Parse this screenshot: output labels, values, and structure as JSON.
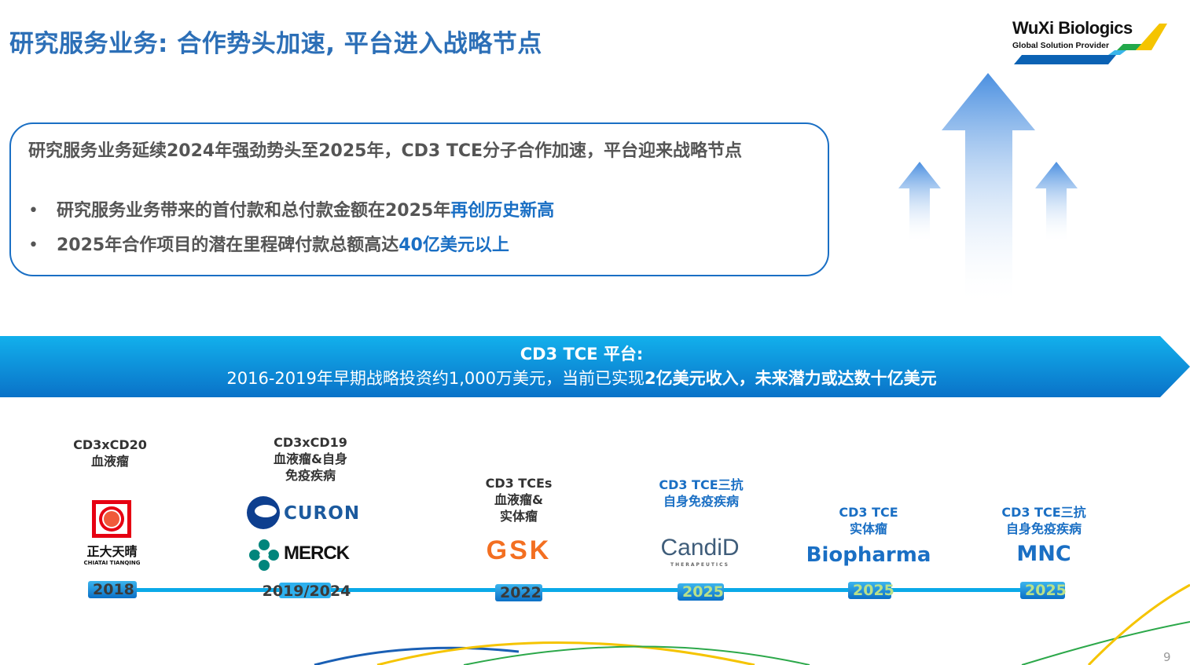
{
  "title": "研究服务业务: 合作势头加速, 平台进入战略节点",
  "logo": {
    "name": "WuXi Biologics",
    "tagline": "Global Solution Provider"
  },
  "summary": {
    "lead": "研究服务业务延续2024年强劲势头至2025年，CD3 TCE分子合作加速，平台迎来战略节点",
    "bullets": [
      {
        "marker": "•",
        "text": "研究服务业务带来的首付款和总付款金额在2025年",
        "highlight": "再创历史新高"
      },
      {
        "marker": "•",
        "text": "2025年合作项目的潜在里程碑付款总额高达",
        "highlight": "40亿美元以上"
      }
    ]
  },
  "banner": {
    "title": "CD3 TCE 平台:",
    "text": "2016-2019年早期战略投资约1,000万美元，当前已实现",
    "bold": "2亿美元收入，未来潜力或达数十亿美元"
  },
  "timeline": [
    {
      "label1": "CD3xCD20",
      "label2": "血液瘤",
      "label3": "",
      "partner": "正大天晴",
      "partner_sub": "CHIATAI TIANQING",
      "year": "2018"
    },
    {
      "label1": "CD3xCD19",
      "label2": "血液瘤&自身",
      "label3": "免疫疾病",
      "partner": "CURON",
      "partner2": "MERCK",
      "year": "2019/2024"
    },
    {
      "label1": "CD3 TCEs",
      "label2": "血液瘤&",
      "label3": "实体瘤",
      "partner": "GSK",
      "year": "2022"
    },
    {
      "label1": "CD3 TCE三抗",
      "label2": "自身免疫疾病",
      "label3": "",
      "partner": "CandiD",
      "partner_sub": "THERAPEUTICS",
      "year": "2025"
    },
    {
      "label1": "CD3 TCE",
      "label2": "实体瘤",
      "label3": "",
      "partner": "Biopharma",
      "year": "2025"
    },
    {
      "label1": "CD3 TCE三抗",
      "label2": "自身免疫疾病",
      "label3": "",
      "partner": "MNC",
      "year": "2025"
    }
  ],
  "page_number": "9",
  "colors": {
    "brand_blue": "#1a6fc4",
    "banner": "#0aa9e8",
    "gsk": "#f36f21"
  }
}
